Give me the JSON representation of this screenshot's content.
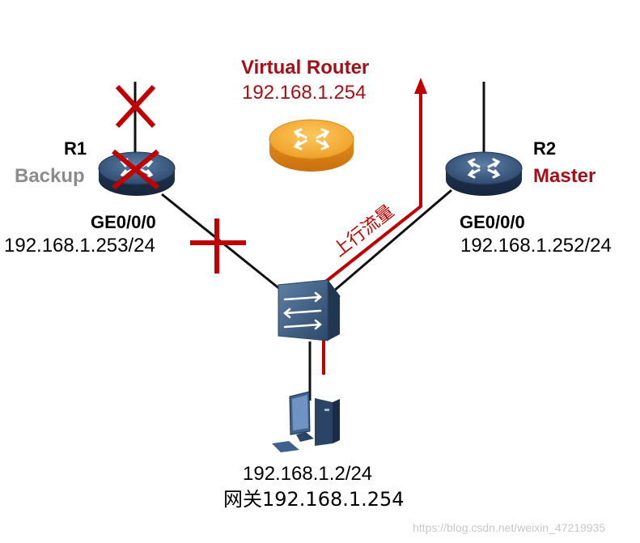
{
  "virtual_router": {
    "title": "Virtual Router",
    "ip": "192.168.1.254",
    "color": "#a50f16",
    "icon": "router-icon"
  },
  "r1": {
    "name": "R1",
    "role": "Backup",
    "role_color": "#8c8c8c",
    "interface": "GE0/0/0",
    "ip": "192.168.1.253/24",
    "icon": "router-icon",
    "status": "failed"
  },
  "r2": {
    "name": "R2",
    "role": "Master",
    "role_color": "#a50f16",
    "interface": "GE0/0/0",
    "ip": "192.168.1.252/24",
    "icon": "router-icon"
  },
  "switch": {
    "icon": "switch-icon"
  },
  "host": {
    "ip": "192.168.1.2/24",
    "gateway": "网关192.168.1.254",
    "icon": "pc-icon"
  },
  "traffic": {
    "label": "上行流量",
    "color": "#c00000"
  },
  "watermark": "https://blog.csdn.net/weixin_47219935"
}
